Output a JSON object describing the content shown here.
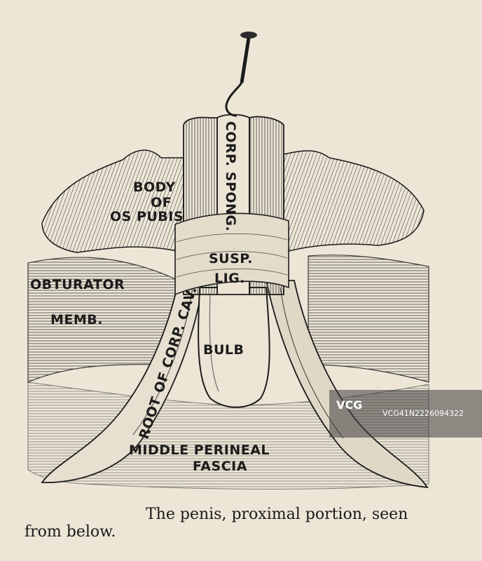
{
  "labels": {
    "body_of": "BODY",
    "of": "OF",
    "os_pubis": "OS PUBIS",
    "corp_spong": "CORP. SPONG.",
    "obturator": "OBTURATOR",
    "memb": "MEMB.",
    "susp": "SUSP.",
    "lig": "LIG.",
    "root_of_corp_cav": "ROOT OF CORP. CAV.",
    "bulb": "BULB",
    "middle_perineal": "MIDDLE PERINEAL",
    "fascia": "FASCIA"
  },
  "caption": {
    "line1": "The penis, proximal portion, seen",
    "line2": "from below."
  },
  "watermark": {
    "logo": "VCG",
    "id": "VCG41N2226094322"
  },
  "colors": {
    "paper": "#ede6d7",
    "ink": "#1b1b1b",
    "shade": "#cfc6b4"
  }
}
